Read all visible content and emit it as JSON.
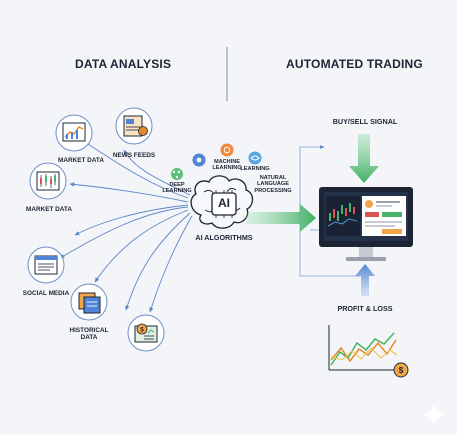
{
  "headers": {
    "left": "DATA ANALYSIS",
    "right": "AUTOMATED TRADING"
  },
  "sources": {
    "market_data_top": "MARKET DATA",
    "news_feeds": "NEWS FEEDS",
    "market_data_left": "MARKET DATA",
    "social_media": "SOCIAL MEDIA",
    "historical_data": [
      "HISTORICAL",
      "DATA"
    ]
  },
  "ai": {
    "chip": "AI",
    "label": "AI ALGORITHMS",
    "techniques": {
      "deep_learning": [
        "DEEP",
        "LEARNING"
      ],
      "machine_learning": [
        "MACHINE",
        "LEARNING"
      ],
      "learning": "LEARNING",
      "nlp": [
        "NATURAL",
        "LANGUAGE",
        "PROCESSING"
      ]
    }
  },
  "trading": {
    "buy_sell_signal": "BUY/SELL SIGNAL",
    "profit_loss": "PROFIT & LOSS"
  },
  "colors": {
    "background": "#f4f5f8",
    "blue_line": "#5b86c9",
    "green_arrow": "#45b36a",
    "monitor_screen": "#1b2433",
    "navy": "#1d2433"
  }
}
